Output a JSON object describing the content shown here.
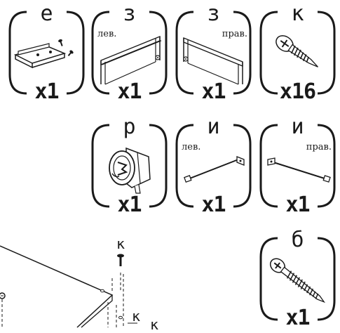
{
  "parts": [
    {
      "letter": "е",
      "side": "",
      "qty": "x1",
      "icon": "shelf-support-bracket-icon"
    },
    {
      "letter": "з",
      "side": "лев.",
      "qty": "x1",
      "icon": "back-rail-left-icon"
    },
    {
      "letter": "з",
      "side": "прав.",
      "qty": "x1",
      "icon": "back-rail-right-icon"
    },
    {
      "letter": "к",
      "side": "",
      "qty": "x16",
      "icon": "screw-icon"
    },
    {
      "letter": "р",
      "side": "",
      "qty": "x1",
      "icon": "cam-lock-icon"
    },
    {
      "letter": "и",
      "side": "лев.",
      "qty": "x1",
      "icon": "rod-left-icon"
    },
    {
      "letter": "и",
      "side": "прав.",
      "qty": "x1",
      "icon": "rod-right-icon"
    },
    {
      "letter": "б",
      "side": "",
      "qty": "x1",
      "icon": "long-screw-icon"
    }
  ],
  "assembly": {
    "callout_top": "к",
    "callout_mid": "к",
    "callout_right": "к"
  }
}
